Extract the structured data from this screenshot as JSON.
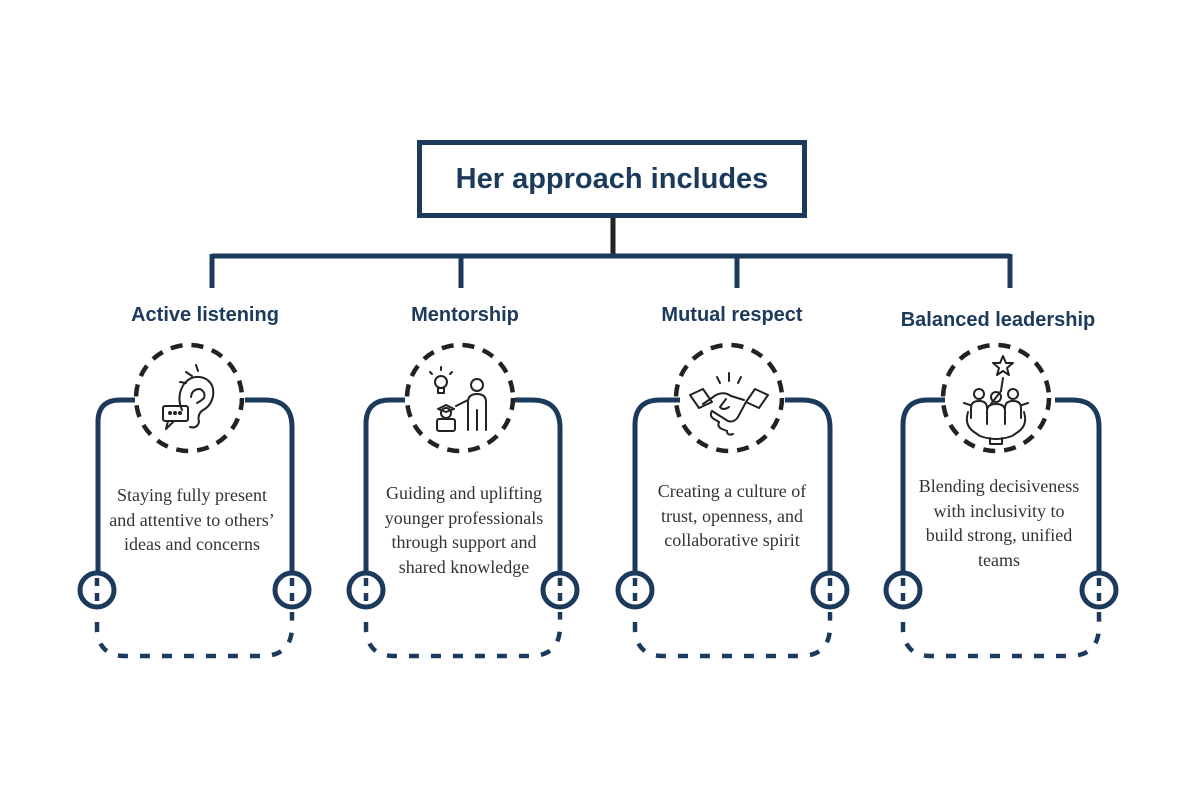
{
  "title": "Her approach includes",
  "colors": {
    "primary": "#1b3a5c",
    "text": "#333333",
    "icon": "#222222"
  },
  "items": [
    {
      "heading": "Active listening",
      "description": "Staying fully present and attentive to others’ ideas and concerns",
      "icon": "ear-listening-icon"
    },
    {
      "heading": "Mentorship",
      "description": "Guiding and uplifting younger professionals through support and shared knowledge",
      "icon": "mentor-teaching-icon"
    },
    {
      "heading": "Mutual respect",
      "description": "Creating a culture of trust, openness, and collaborative spirit",
      "icon": "handshake-icon"
    },
    {
      "heading": "Balanced leadership",
      "description": "Blending decisiveness with inclusivity to build strong, unified teams",
      "icon": "team-gear-star-icon"
    }
  ]
}
